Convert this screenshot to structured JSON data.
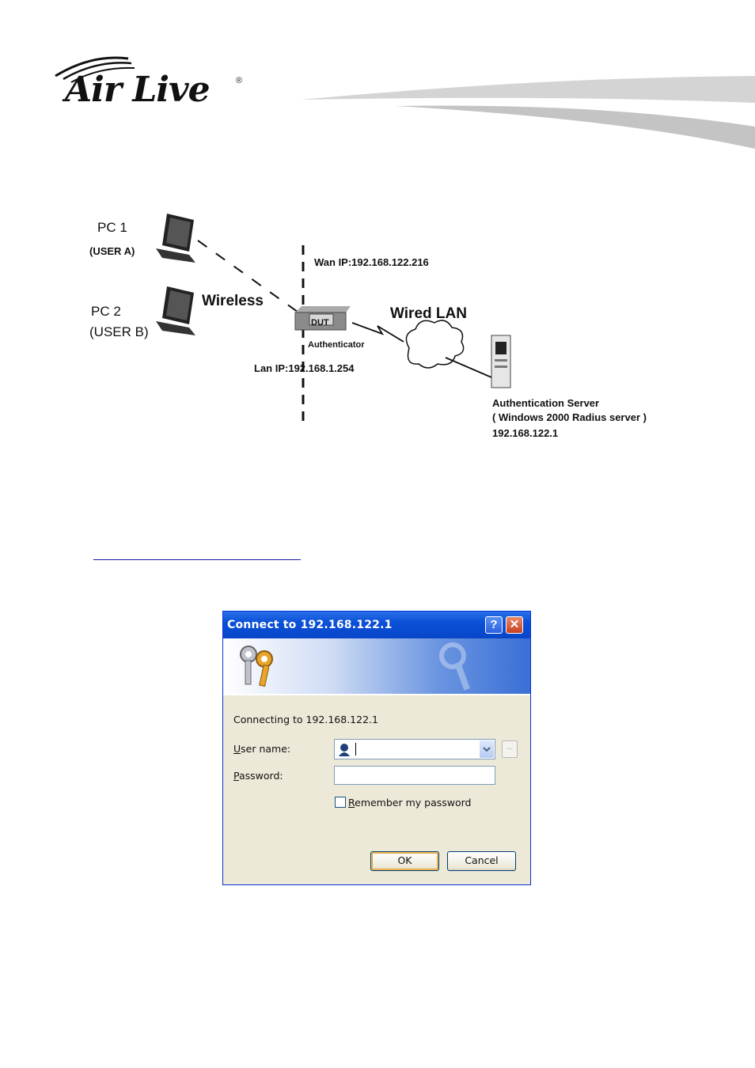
{
  "header": {
    "logo_text": "Air Live",
    "logo_mark": "®"
  },
  "diagram": {
    "pc1_label": "PC 1",
    "pc1_user": "(USER A)",
    "pc2_label": "PC 2",
    "pc2_user": "(USER B)",
    "wireless_label": "Wireless",
    "wan_ip": "Wan IP:192.168.122.216",
    "dut_label": "DUT",
    "authenticator_label": "Authenticator",
    "lan_ip": "Lan IP:192.168.1.254",
    "wired_label": "Wired  LAN",
    "server_title": "Authentication Server",
    "server_subtitle": "( Windows 2000 Radius server )",
    "server_ip": "192.168.122.1"
  },
  "dialog": {
    "title": "Connect to 192.168.122.1",
    "help_button": "?",
    "close_button": "✕",
    "connecting_text": "Connecting to 192.168.122.1",
    "username_label_key": "U",
    "username_label_rest": "ser name:",
    "password_label_key": "P",
    "password_label_rest": "assword:",
    "username_value": "",
    "password_value": "",
    "browse_button": "...",
    "remember_key": "R",
    "remember_rest": "emember my password",
    "ok_button": "OK",
    "cancel_button": "Cancel"
  },
  "colors": {
    "titlebar": "#0a50d8",
    "dialog_bg": "#ece9d8",
    "link_underline": "#1a1aa8"
  }
}
